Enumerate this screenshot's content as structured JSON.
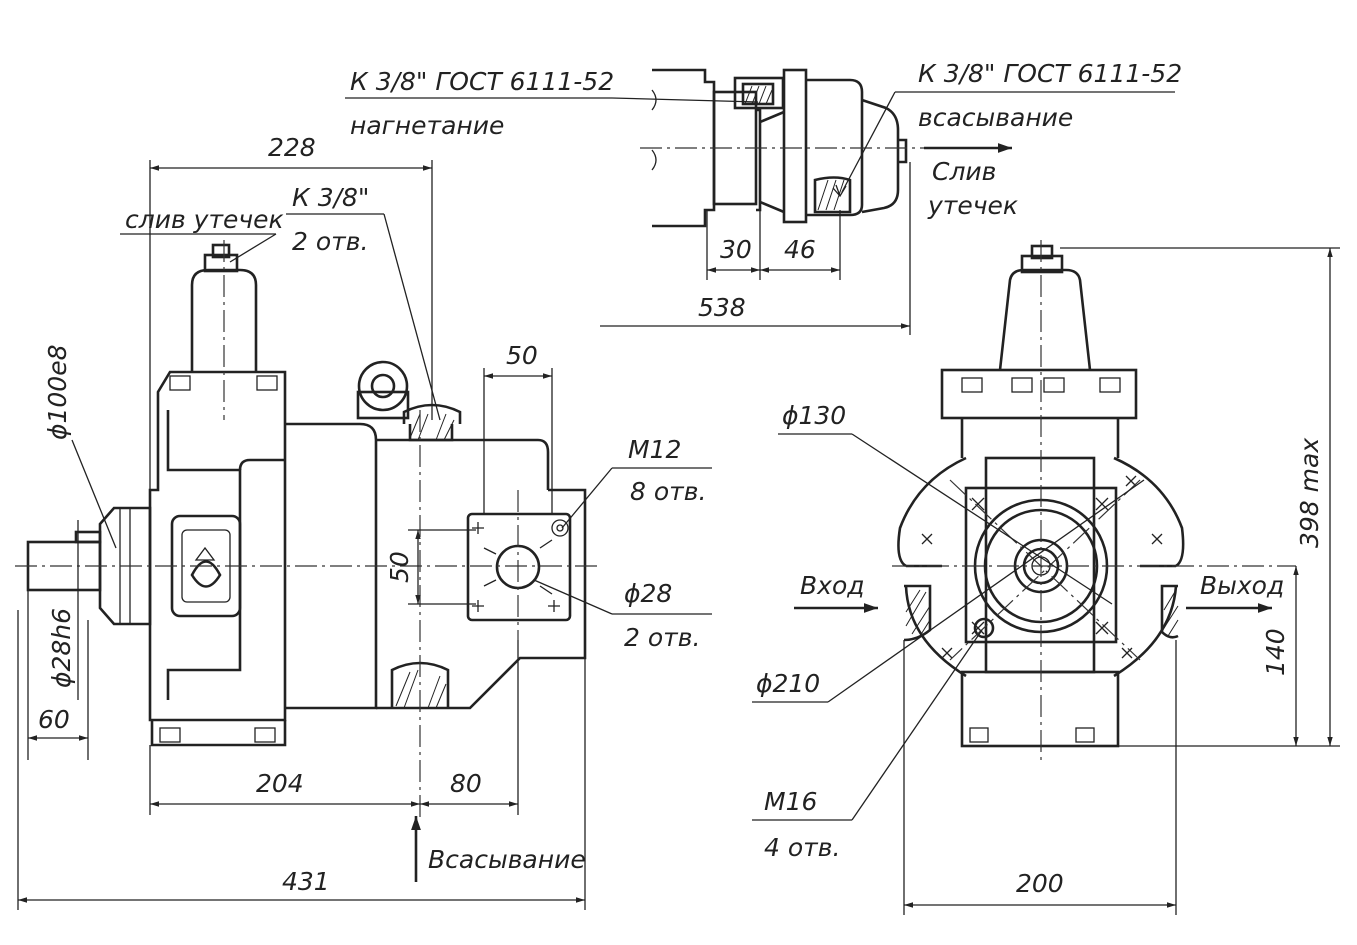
{
  "labels": {
    "fitting_top_left": "К 3/8\" ГОСТ 6111-52",
    "discharge": "нагнетание",
    "fitting_top_right": "К 3/8\" ГОСТ 6111-52",
    "suction_top": "всасывание",
    "drain_top_1": "Слив",
    "drain_top_2": "утечек",
    "leak_drain": "слив утечек",
    "k38": "К 3/8\"",
    "two_holes_a": "2 отв.",
    "m12": "М12",
    "eight_holes": "8 отв.",
    "d28": "ϕ28",
    "two_holes_b": "2 отв.",
    "d100": "ϕ100е8",
    "d28h6": "ϕ28h6",
    "suction_bottom": "Всасывание",
    "d130": "ϕ130",
    "d210": "ϕ210",
    "m16": "М16",
    "four_holes": "4 отв.",
    "inlet": "Вход",
    "outlet": "Выход"
  },
  "dims": {
    "d228": "228",
    "d538": "538",
    "d30": "30",
    "d46": "46",
    "d50_top": "50",
    "d50_vert": "50",
    "d60": "60",
    "d204": "204",
    "d80": "80",
    "d431": "431",
    "d200": "200",
    "d398": "398 max",
    "d140": "140"
  }
}
